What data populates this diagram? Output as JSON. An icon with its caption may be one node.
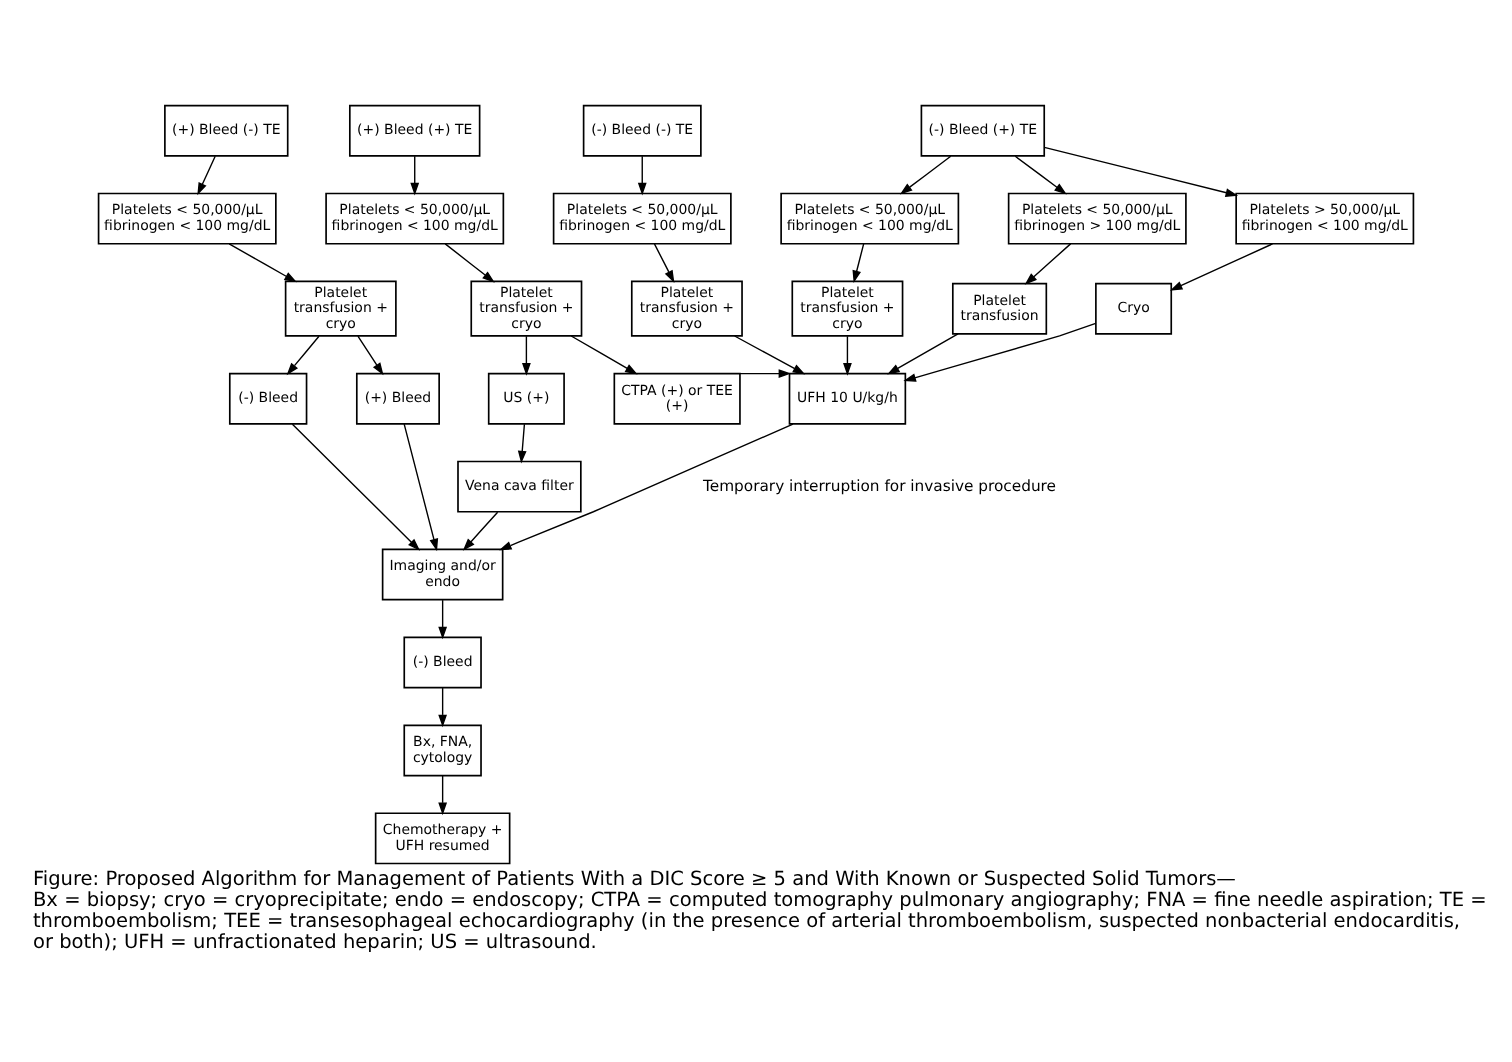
{
  "diagram": {
    "title": "Figure: Proposed Algorithm for Management of Patients With a DIC Score ≥ 5 and With Known or Suspected Solid Tumors—",
    "caption": "Bx = biopsy; cryo = cryoprecipitate; endo = endoscopy; CTPA = computed tomography pulmonary angiography; FNA = fine needle aspiration; TE = thromboembolism; TEE = transesophageal echocardiography (in the presence of arterial thromboembolism, suspected nonbacterial endocarditis, or both); UFH = unfractionated heparin; US = ultrasound.",
    "nodes": [
      {
        "text": [
          "(+) Bleed (-) TE"
        ]
      },
      {
        "text": [
          "(+) Bleed (+) TE"
        ]
      },
      {
        "text": [
          "(-) Bleed (-) TE"
        ]
      },
      {
        "text": [
          "(-) Bleed (+) TE"
        ]
      },
      {
        "text": [
          "Platelets < 50,000/µL fibrinogen < 100 mg/dL"
        ]
      },
      {
        "text": [
          "Platelets < 50,000/µL fibrinogen < 100 mg/dL"
        ]
      },
      {
        "text": [
          "Platelets < 50,000/µL fibrinogen < 100 mg/dL"
        ]
      },
      {
        "text": [
          "Platelets < 50,000/µL fibrinogen < 100 mg/dL"
        ]
      },
      {
        "text": [
          "Platelets < 50,000/µL fibrinogen > 100 mg/dL"
        ]
      },
      {
        "text": [
          "Platelets > 50,000/µL fibrinogen < 100 mg/dL"
        ]
      },
      {
        "text": [
          "Platelet transfusion + cryo"
        ]
      },
      {
        "text": [
          "Platelet transfusion + cryo"
        ]
      },
      {
        "text": [
          "Platelet transfusion + cryo"
        ]
      },
      {
        "text": [
          "Platelet transfusion + cryo"
        ]
      },
      {
        "text": [
          "Platelet transfusion"
        ]
      },
      {
        "text": [
          "Cryo"
        ]
      },
      {
        "text": [
          "(-) Bleed"
        ]
      },
      {
        "text": [
          "(+) Bleed"
        ]
      },
      {
        "text": [
          "US (+)"
        ]
      },
      {
        "text": [
          "CTPA (+) or TEE (+)"
        ]
      },
      {
        "text": [
          "UFH 10 U/kg/h"
        ]
      },
      {
        "text": [
          "Vena cava filter"
        ]
      },
      {
        "text": [
          "Imaging and/or endo"
        ]
      },
      {
        "text": [
          "(-) Bleed"
        ]
      },
      {
        "text": [
          "Bx, FNA, cytology"
        ]
      },
      {
        "text": [
          "Chemotherapy + UFH resumed"
        ]
      }
    ],
    "edges": [
      {
        "from": 0,
        "to": 4,
        "arrow": "to"
      },
      {
        "from": 1,
        "to": 5,
        "arrow": "to"
      },
      {
        "from": 2,
        "to": 6,
        "arrow": "to"
      },
      {
        "from": 3,
        "to": 7,
        "arrow": "to"
      },
      {
        "from": 3,
        "to": 8,
        "arrow": "to"
      },
      {
        "from": 3,
        "to": 9,
        "arrow": "to"
      },
      {
        "from": 4,
        "to": 10,
        "arrow": "to"
      },
      {
        "from": 5,
        "to": 11,
        "arrow": "to"
      },
      {
        "from": 6,
        "to": 12,
        "arrow": "to"
      },
      {
        "from": 7,
        "to": 13,
        "arrow": "to"
      },
      {
        "from": 8,
        "to": 14,
        "arrow": "to"
      },
      {
        "from": 9,
        "to": 15,
        "arrow": "to"
      },
      {
        "from": 10,
        "to": 16,
        "arrow": "to"
      },
      {
        "from": 10,
        "to": 17,
        "arrow": "to"
      },
      {
        "from": 11,
        "to": 18,
        "arrow": "to"
      },
      {
        "from": 11,
        "to": 19,
        "arrow": "to"
      },
      {
        "from": 12,
        "to": 20,
        "arrow": "to"
      },
      {
        "from": 13,
        "to": 20,
        "arrow": "to"
      },
      {
        "from": 14,
        "to": 20,
        "arrow": "to"
      },
      {
        "from": 15,
        "to": 20,
        "arrow": "to"
      },
      {
        "from": 19,
        "to": 20,
        "arrow": "to"
      },
      {
        "from": 18,
        "to": 21,
        "arrow": "to"
      },
      {
        "from": 16,
        "to": 22,
        "arrow": "to"
      },
      {
        "from": 17,
        "to": 22,
        "arrow": "to"
      },
      {
        "from": 21,
        "to": 22,
        "arrow": "to"
      },
      {
        "from": 20,
        "to": 22,
        "arrow": "to",
        "label": "Temporary interruption for invasive procedure"
      },
      {
        "from": 22,
        "to": 23,
        "arrow": "to"
      },
      {
        "from": 23,
        "to": 24,
        "arrow": "to"
      },
      {
        "from": 24,
        "to": 25,
        "arrow": "to"
      }
    ]
  }
}
